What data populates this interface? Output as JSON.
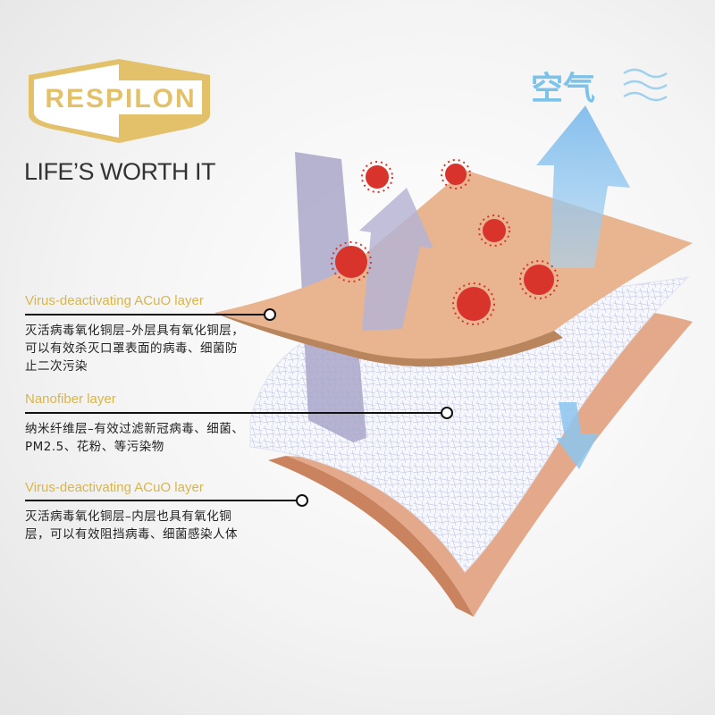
{
  "brand": {
    "logo_text": "RESPILON",
    "tagline": "LIFE’S WORTH IT",
    "color": "#e2c16a"
  },
  "air_label": "空气",
  "layers": [
    {
      "title": "Virus-deactivating ACuO layer",
      "description": "灭活病毒氧化铜层–外层具有氧化铜层，可以有效杀灭口罩表面的病毒、细菌防止二次污染"
    },
    {
      "title": "Nanofiber layer",
      "description": "纳米纤维层–有效过滤新冠病毒、细菌、PM2.5、花粉、等污染物"
    },
    {
      "title": "Virus-deactivating ACuO layer",
      "description": "灭活病毒氧化铜层–内层也具有氧化铜层，可以有效阻挡病毒、细菌感染人体"
    }
  ],
  "colors": {
    "label": "#d9b54a",
    "copper": "#e8b590",
    "air_arrow": "#7cc3ea",
    "particle_arrow": "#a9a7c9",
    "virus": "#d8342c"
  }
}
